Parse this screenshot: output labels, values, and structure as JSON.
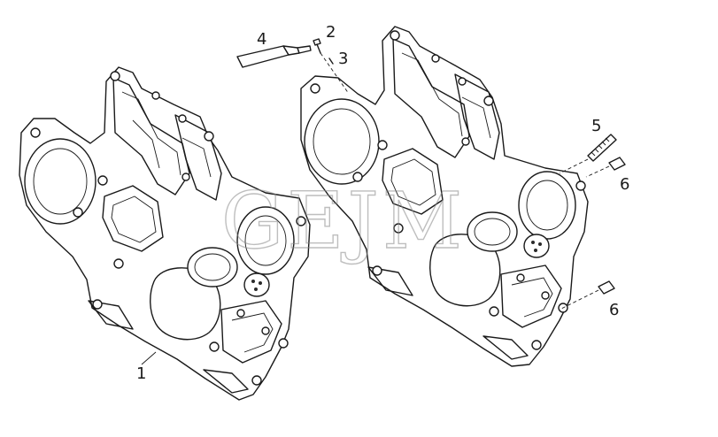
{
  "watermark": {
    "text": "GEJM"
  },
  "callouts": {
    "c1": "1",
    "c2": "2",
    "c3": "3",
    "c4": "4",
    "c5": "5",
    "c6a": "6",
    "c6b": "6"
  }
}
